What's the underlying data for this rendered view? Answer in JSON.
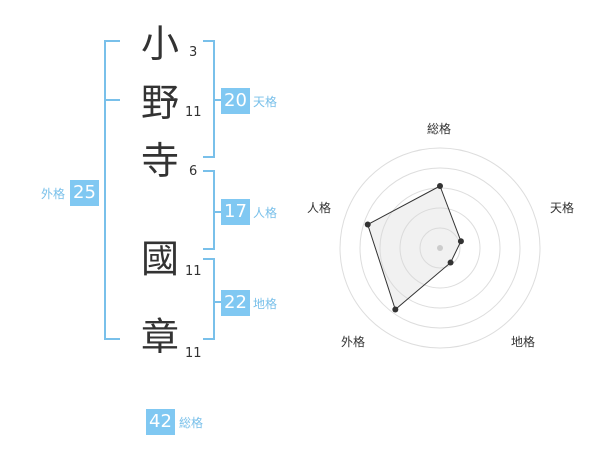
{
  "name": {
    "chars": [
      {
        "char": "小",
        "strokes": "3"
      },
      {
        "char": "野",
        "strokes": "11"
      },
      {
        "char": "寺",
        "strokes": "6"
      },
      {
        "char": "國",
        "strokes": "11"
      },
      {
        "char": "章",
        "strokes": "11"
      }
    ]
  },
  "fortunes": {
    "tenkaku": {
      "value": "20",
      "label": "天格"
    },
    "jinkaku": {
      "value": "17",
      "label": "人格"
    },
    "chikaku": {
      "value": "22",
      "label": "地格"
    },
    "gaikaku": {
      "value": "25",
      "label": "外格"
    },
    "soukaku": {
      "value": "42",
      "label": "総格"
    }
  },
  "colors": {
    "accent": "#80c8f2",
    "bracket": "#79c0ea",
    "text": "#333333"
  },
  "chart_data": {
    "type": "radar",
    "axes": [
      "総格",
      "天格",
      "地格",
      "外格",
      "人格"
    ],
    "max": 5,
    "values": [
      3.1,
      1.1,
      0.9,
      3.8,
      3.8
    ],
    "rings": 5
  }
}
